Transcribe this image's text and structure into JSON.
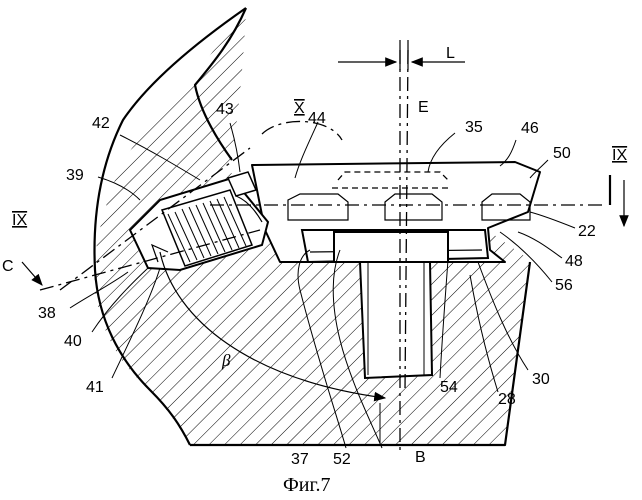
{
  "figure": {
    "caption": "Фиг.7",
    "labels": {
      "l35": "35",
      "l46": "46",
      "l50": "50",
      "l22": "22",
      "l48": "48",
      "l56": "56",
      "l30": "30",
      "l28": "28",
      "l54": "54",
      "l52": "52",
      "l37": "37",
      "l41": "41",
      "l40": "40",
      "l38": "38",
      "l39": "39",
      "l42": "42",
      "l43": "43",
      "l44": "44",
      "sec_left": "IX",
      "sec_right": "IX",
      "sec_top": "X",
      "axis_c": "C",
      "axis_e": "E",
      "axis_b": "B",
      "dim_l": "L",
      "angle": "β"
    }
  }
}
